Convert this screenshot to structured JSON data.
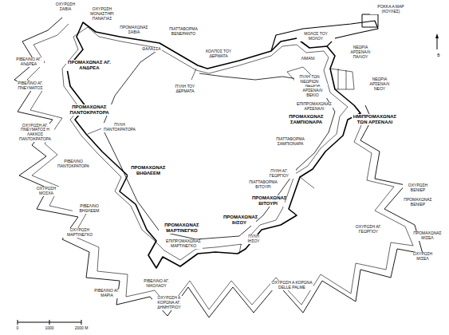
{
  "diagram": {
    "labels": [
      "ΘΑΛΑΣΣΑ",
      "ΟΧΥΡΩΣΗ ΣΑΒΙΑ",
      "ΟΧΥΡΩΣΗ ΜΟΝΑΣΤΗΡΙ ΠΑΝΑΓΙΑΣ",
      "ΡΙΒΕΛΙΝΟ ΑΓ. ΑΝΔΡΕΑ",
      "ΠΡΟΜΑΧΩΝΑΣ ΑΓ. ΑΝΔΡΕΑ",
      "ΡΙΒΕΛΙΝΟ ΑΓ. ΠΝΕΥΜΑΤΟΣ",
      "ΠΡΟΜΑΧΩΝΑΣ ΠΑΝΤΟΚΡΑΤΟΡΑ",
      "ΠΥΛΗ ΠΑΝΤΟΚΡΑΤΟΡΑ",
      "ΟΧΥΡΩΣΗ ΑΓ. ΠΝΕΥΜΑΤΟΣ Η ΛΑΚΚΟΣ ΠΑΝΤΟΚΡΑΤΟΡΑ",
      "ΡΙΒΕΛΙΝΟ ΠΑΝΤΟΚΡΑΤΟΡΑ",
      "ΟΧΥΡΩΣΗ ΜΟΣΧΑ",
      "ΠΡΟΜΑΧΩΝΑΣ ΒΗΘΛΕΕΜ",
      "ΡΙΒΕΛΙΝΟ ΒΗΘΛΕΕΜ",
      "ΟΧΥΡΩΣΗ ΜΑΡΤΙΝΕΓΚΟ",
      "ΠΡΟΜΑΧΩΝΑΣ ΜΑΡΤΙΝΕΓΚΟ",
      "ΕΠΙΠΡΟΜΑΧΩΝΑΣ ΜΑΡΤΙΝΕΓΚΟ",
      "ΡΙΒΕΛΙΝΟ ΑΓ. ΝΙΚΟΛΑΟΥ",
      "ΡΙΒΕΛΙΝΟ ΑΓ. ΜΑΡΙΑ",
      "ΟΧΥΡΩΣΗ Α ΚΟΡΩΝΑ ΑΓ. ΔΗΜΗΤΡΙΟΥ",
      "ΠΡΟΜΑΧΩΝΑΣ ΙΗΣΟΥ",
      "ΠΥΛΗ ΙΗΣΟΥ",
      "ΟΧΥΡΩΣΗ Α ΚΟΡΩΝΑ DELLE PALME",
      "ΠΡΟΜΑΧΩΝΑΣ ΒΙΤΟΥΡΙ",
      "ΠΙΑΤΤΑΦΟΡΜΑ ΒΙΤΟΥΡΙ",
      "ΠΥΛΗ ΑΓ. ΓΕΩΡΓΙΟΥ",
      "ΟΧΥΡΩΣΗ ΑΓ. ΓΕΩΡΓΙΟΥ",
      "ΠΡΟΜΑΧΩΝΑΣ ΣΑΜΠΙΟΝΑΡΑ",
      "ΠΙΑΤΤΑΦΟΡΜΑ ΣΑΜΠΙΟΝΑΡΑ",
      "ΗΜΙΠΡΟΜΑΧΩΝΑΣ ΤΩΝ ΑΡΣΕΝΑΛΙ",
      "ΕΠΙΠΡΟΜΑΧΩΝΑΣ ΑΡΣΕΝΑΛΙ",
      "ΟΧΥΡΩΣΗ ΒΕΝΙΕΡ",
      "ΟΧΥΡΩΣΗ ΜΙΣΕΛ",
      "ΠΡΟΜΑΧΩΝΑΣ ΒΕΝΙΕΡ",
      "ΠΡΟΜΑΧΩΝΑΣ ΜΙΣΕΛ",
      "ΝΕΩΡΙΑ ΑΡΣΕΝΑΛΙ ΝΕΟΥ",
      "ΝΕΩΡΙΑ ΑΡΣΕΝΑΛΙ ΠΑΛΙΟΥ",
      "ΝΕΩΡΙΑ ΑΡΣΕΝΑΛΙ ΒΕΚΙΟ",
      "ΠΥΛΗ ΤΩΝ ΝΕΩΡΙΩΝ",
      "ΛΙΜΑΝΙ",
      "ΜΟΛΟΣ ΤΟΥ ΜΟΛΟΥ",
      "ΡΟΚΚΑ Α ΜΑΡ (ΚΟΥΛΕΣ)",
      "ΚΟΛΠΟΣ ΤΟΥ ΔΕΡΜΑΤΑ",
      "ΠΥΛΗ ΤΟΥ ΔΕΡΜΑΤΑ",
      "ΠΙΑΤΤΑΦΟΡΜΑ ΒΕΝΕΡΑΝΤΟ",
      "ΠΡΟΜΑΧΩΝΑΣ ΣΑΒΙΑ",
      "Β",
      "0",
      "1000",
      "2000 Μ"
    ]
  }
}
